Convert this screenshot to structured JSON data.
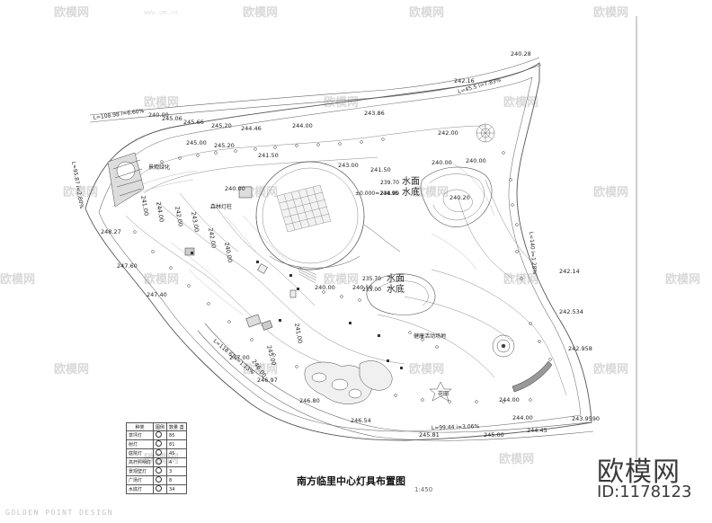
{
  "drawing": {
    "title": "南方临里中心灯具布置图",
    "scale": "1:450",
    "studio": "GOLDEN POINT DESIGN",
    "brand": "欧模网",
    "brand_id": "ID:1178123",
    "watermark": "欧模网",
    "watermark_url": "www.om.cn"
  },
  "elevations": {
    "e1": "240.28",
    "e2": "242.16",
    "e3": "243.86",
    "e4": "244.00",
    "e5": "244.46",
    "e6": "245.20",
    "e7": "245.66",
    "e8": "245.06",
    "e9": "240.00",
    "e10": "245.00",
    "e11": "245.20",
    "e12": "241.50",
    "e13": "243.00",
    "e14": "241.50",
    "e15": "242.00",
    "e16": "240.00",
    "e17": "240.00",
    "e18": "240.20",
    "e19": "242.14",
    "e20": "242.534",
    "e21": "242.958",
    "e22": "244.00",
    "e23": "244.00",
    "e24": "243.9590",
    "e25": "244.45",
    "e26": "245.00",
    "e27": "245.81",
    "e28": "246.54",
    "e29": "246.80",
    "e30": "246.97",
    "e31": "247.00",
    "e32": "247.40",
    "e33": "247.60",
    "e34": "248.27",
    "e35": "240.00",
    "e36": "240.00",
    "e37": "240.50",
    "e38": "241.00",
    "e39": "242.00",
    "e40": "243.00",
    "e41": "244.00",
    "e42": "242.00",
    "e43": "241.00",
    "e44": "240.00",
    "e45": "245.00",
    "e46": "246.00"
  },
  "slopes": {
    "s1": "L=108.98 i=6.60%",
    "s2": "L=45.5 i=7.83%",
    "s3": "L=140 i=1.28%",
    "s4": "L=95.87 i=2.80%",
    "s5": "L=118.61 i=1.13%",
    "s6": "L=99.44 i=3.06%"
  },
  "labels": {
    "water_surface": "水面",
    "water_bottom": "水底",
    "plaza_elev": "±0.000=244.95",
    "water1_top": "239.70",
    "water1_bottom": "238.00",
    "water2_top": "235.70",
    "water2_bottom": "235.00",
    "forest_lamp": "森林灯柱",
    "lawn_label": "景观绿化",
    "trail_label": "健康活动场地",
    "garden_label": "花田"
  },
  "legend": {
    "headers": [
      "种类",
      "图例",
      "数量 盏"
    ],
    "rows": [
      [
        "草坪灯",
        "",
        "85"
      ],
      [
        "射灯",
        "",
        "81"
      ],
      [
        "庭院灯",
        "",
        "45"
      ],
      [
        "高杆照明灯",
        "",
        "4"
      ],
      [
        "景观壁灯",
        "",
        "3"
      ],
      [
        "广场灯",
        "",
        "8"
      ],
      [
        "水底灯",
        "",
        "34"
      ]
    ]
  },
  "colors": {
    "line": "#555555",
    "line_light": "#9a9a9a",
    "watermark": "#d9d9d9",
    "text": "#222222"
  }
}
